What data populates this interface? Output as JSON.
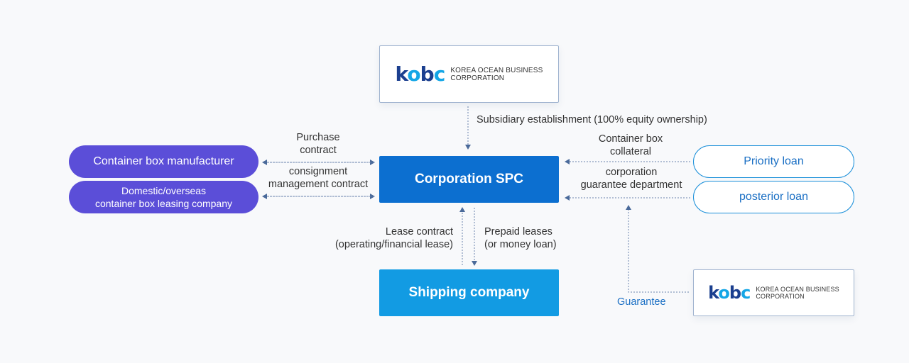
{
  "kobc_top": {
    "logo_mark": "kobc",
    "logo_line1": "KOREA OCEAN BUSINESS",
    "logo_line2": "CORPORATION"
  },
  "kobc_bottom": {
    "logo_mark": "kobc",
    "logo_line1": "KOREA OCEAN BUSINESS",
    "logo_line2": "CORPORATION"
  },
  "nodes": {
    "manufacturer": "Container box manufacturer",
    "leasing_line1": "Domestic/overseas",
    "leasing_line2": "container box leasing company",
    "spc": "Corporation SPC",
    "shipping": "Shipping company",
    "priority_loan": "Priority loan",
    "posterior_loan": "posterior loan"
  },
  "labels": {
    "subsidiary": "Subsidiary establishment (100% equity ownership)",
    "purchase_l1": "Purchase",
    "purchase_l2": "contract",
    "consign_l1": "consignment",
    "consign_l2": "management contract",
    "collateral_l1": "Container box",
    "collateral_l2": "collateral",
    "guarantee_dept_l1": "corporation",
    "guarantee_dept_l2": "guarantee department",
    "lease_l1": "Lease contract",
    "lease_l2": "(operating/financial lease)",
    "prepaid_l1": "Prepaid leases",
    "prepaid_l2": "(or money loan)",
    "guarantee": "Guarantee"
  },
  "colors": {
    "purple": "#5b4ed8",
    "spc_blue": "#0c6fd0",
    "shipping_blue": "#129be3",
    "outline_blue": "#1a8fd9",
    "arrow": "#4a6a9a"
  }
}
